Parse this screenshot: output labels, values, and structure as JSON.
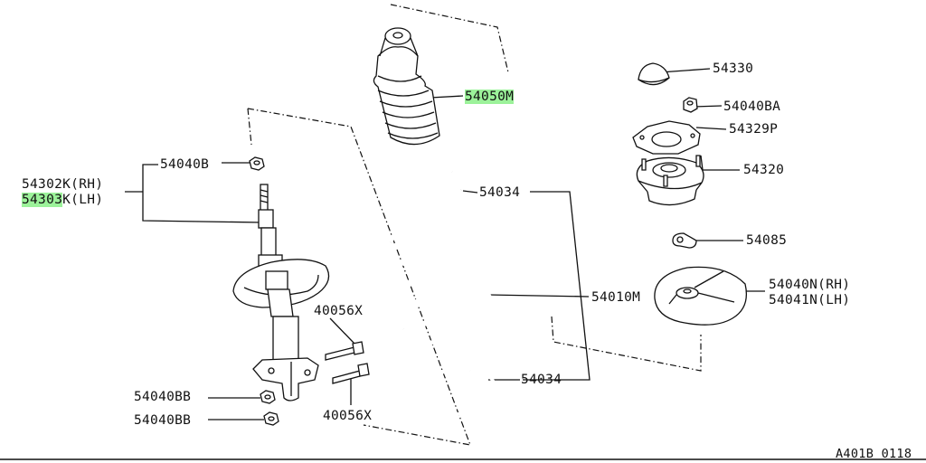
{
  "diagram_id": "A401B 0118",
  "highlight_color": "#9cf29a",
  "labels": {
    "boot": "54050M",
    "insulator_top": "54330",
    "nut_top": "54040BA",
    "plate": "54329P",
    "mount": "54320",
    "washer": "54085",
    "seat_rh": "54040N(RH)",
    "seat_lh": "54041N(LH)",
    "ring_upper": "54034",
    "spring": "54010M",
    "ring_lower": "54034",
    "nut_strut_top": "54040B",
    "strut_rh": "54302K(RH)",
    "strut_lh_part": "54303",
    "strut_lh_suffix": "K(LH)",
    "bolt_upper": "40056X",
    "bolt_lower": "40056X",
    "nut_upper": "54040BB",
    "nut_lower": "54040BB"
  }
}
